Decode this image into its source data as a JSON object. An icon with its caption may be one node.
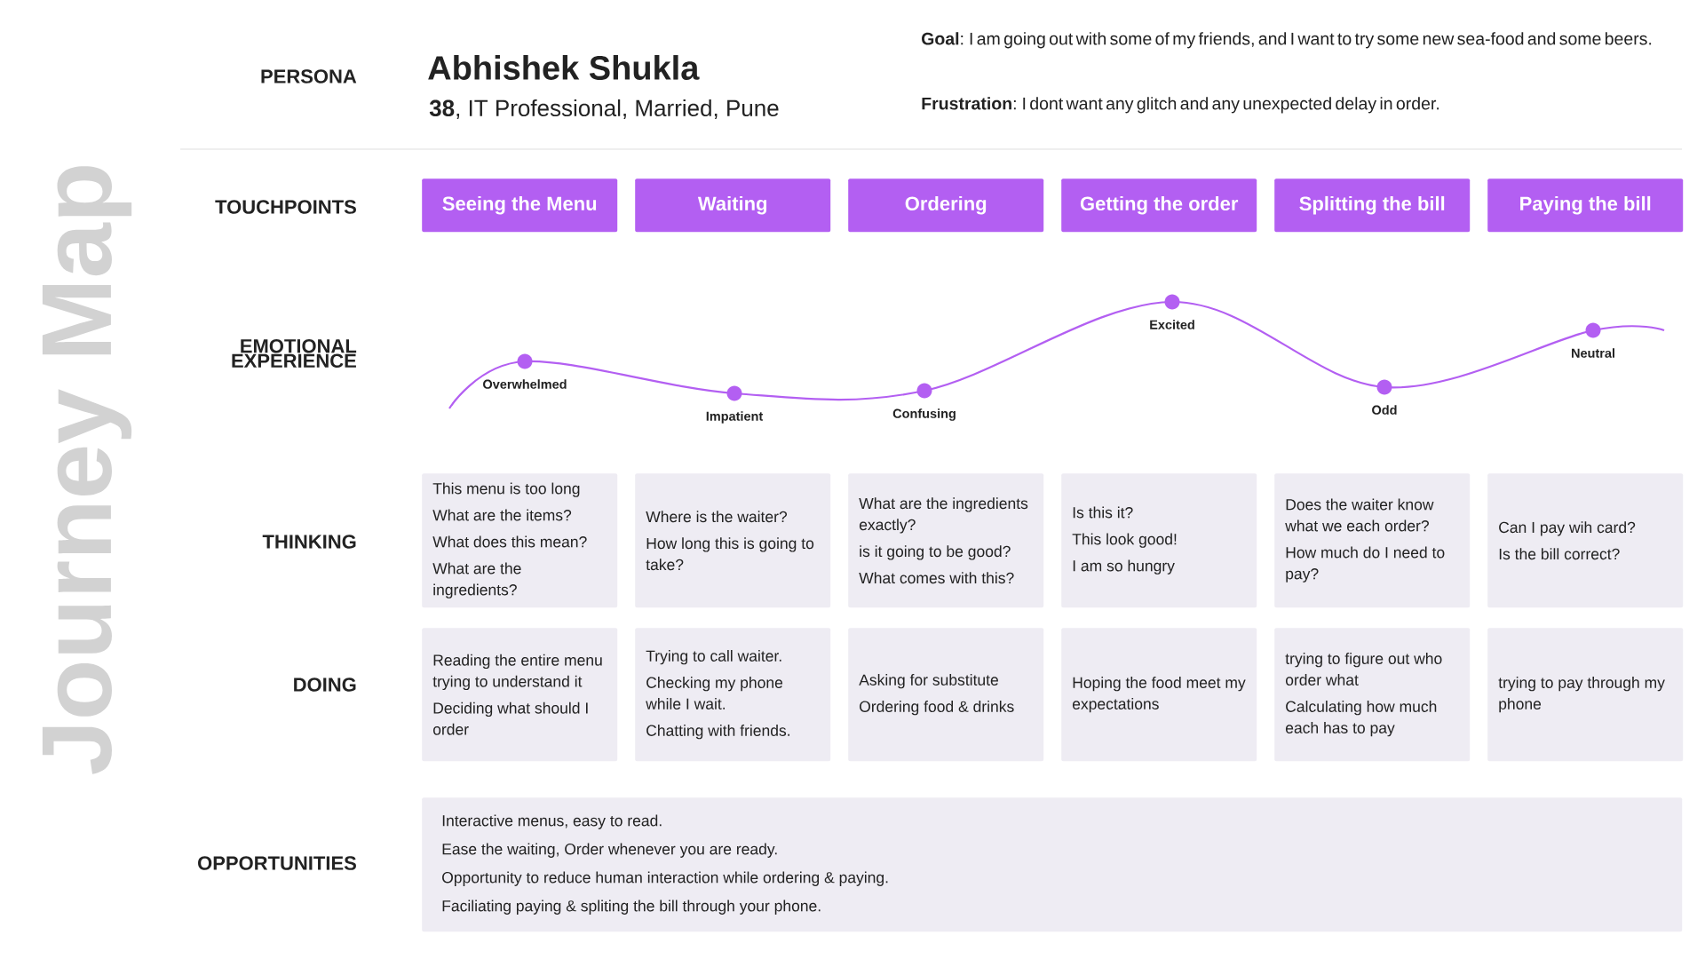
{
  "diagram": {
    "title": "Journey Map",
    "nodes": [
      {
        "text": [
          "Seeing the Menu"
        ]
      },
      {
        "text": [
          "Waiting"
        ]
      },
      {
        "text": [
          "Ordering"
        ]
      },
      {
        "text": [
          "Getting the order"
        ]
      },
      {
        "text": [
          "Splitting the bill"
        ]
      },
      {
        "text": [
          "Paying the bill"
        ]
      },
      {
        "text": [
          "This menu is too long",
          "What are the items?",
          "What does this mean?",
          "What are the ingredients?"
        ]
      },
      {
        "text": [
          "Where is the waiter?",
          "How long this is going to take?"
        ]
      },
      {
        "text": [
          "What are the ingredients exactly?",
          "is it going to be good?",
          "What comes with this?"
        ]
      },
      {
        "text": [
          "Is this it?",
          "This look good!",
          "I am so hungry"
        ]
      },
      {
        "text": [
          "Does the waiter know what we each order?",
          "How much do I need to pay?"
        ]
      },
      {
        "text": [
          "Can I pay wih card?",
          "Is the bill correct?"
        ]
      },
      {
        "text": [
          "Reading the entire menu trying to understand it",
          "Deciding what should I order"
        ]
      },
      {
        "text": [
          "Trying to call waiter.",
          "Checking my phone while I wait.",
          "Chatting with friends."
        ]
      },
      {
        "text": [
          "Asking for substitute",
          "Ordering food & drinks"
        ]
      },
      {
        "text": [
          "Hoping the food meet my expectations"
        ]
      },
      {
        "text": [
          "trying to figure out who order what",
          "Calculating how much each has to pay"
        ]
      },
      {
        "text": [
          "trying to pay through my phone"
        ]
      },
      {
        "text": [
          "Interactive menus, easy to read.",
          "Ease the waiting, Order whenever you are ready.",
          "Opportunity to reduce human interaction while ordering & paying.",
          "Faciliating paying & spliting the bill through your phone."
        ]
      }
    ],
    "edges": [],
    "labels": [
      "PERSONA",
      "Abhishek Shukla",
      "**38**, IT Professional, Married, Pune",
      "**Goal**: I am going out with some of my friends, and I want to try some new sea-food and some beers.",
      "**Frustration**: I dont want any glitch and any unexpected delay in order.",
      "TOUCHPOINTS",
      "EMOTIONAL EXPERIENCE",
      "Overwhelmed",
      "Impatient",
      "Confusing",
      "Excited",
      "Odd",
      "Neutral",
      "THINKING",
      "DOING",
      "OPPORTUNITIES"
    ]
  }
}
